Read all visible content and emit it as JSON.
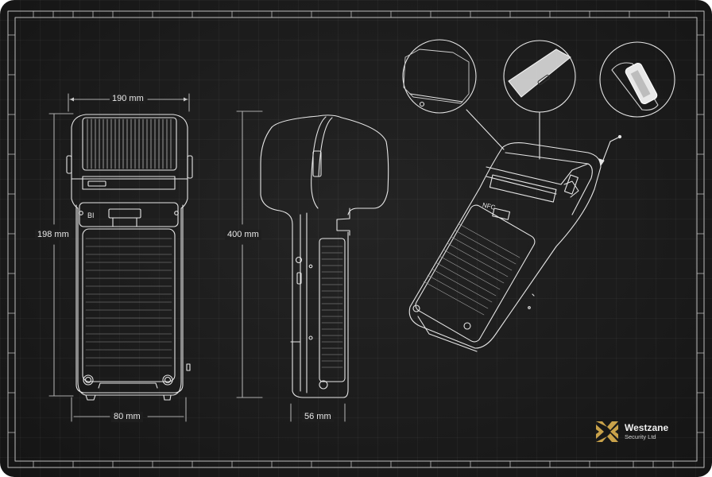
{
  "drawing": {
    "type": "technical blueprint",
    "subject": "handheld POS terminal with printer",
    "views": [
      "front",
      "side",
      "perspective",
      "detail-printer-slot",
      "detail-side-buttons",
      "detail-card-reader"
    ]
  },
  "dimensions": {
    "front_width_top": "190 mm",
    "front_height": "198 mm",
    "front_width_bottom": "80 mm",
    "side_height": "400 mm",
    "side_depth": "56 mm"
  },
  "labels": {
    "front_panel_text": "BI",
    "perspective_panel_text": "NFC"
  },
  "logo": {
    "brand": "Westzane",
    "subtitle": "Security Ltd",
    "icon": "crossed-chevrons-icon",
    "color": "#c9a24a"
  },
  "colors": {
    "background": "#1c1c1c",
    "line": "#e8e8e8",
    "grid": "#2a2a2a",
    "accent": "#c9a24a"
  }
}
